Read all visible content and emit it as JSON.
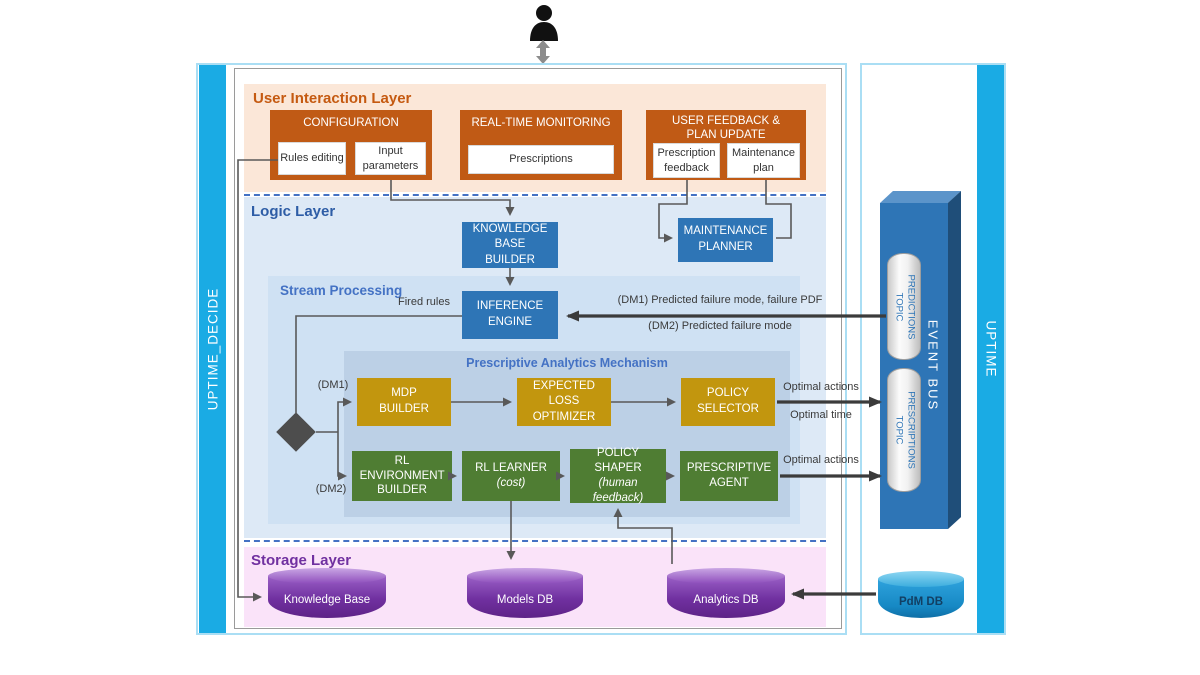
{
  "icons": {
    "person": "person-icon",
    "person_flow": "double-arrow-icon"
  },
  "colors": {
    "accent_cyan": "#1aabe4",
    "orange": "#c05a15",
    "blue": "#2e75b6",
    "gold": "#c2960e",
    "green": "#4f7d33",
    "purple": "#7030a0",
    "ui_band_bg": "#fbe7d8",
    "logic_band_bg": "#dde9f6",
    "storage_band_bg": "#fae3f9",
    "stream_bg": "#cfe1f3",
    "pam_bg": "#bcd0e6",
    "dash_blue": "#4472c4"
  },
  "left_panel": {
    "side_label": "UPTIME_DECIDE",
    "user_interaction_layer": {
      "title": "User Interaction Layer",
      "configuration": {
        "title": "CONFIGURATION",
        "rules_editing": "Rules editing",
        "input_parameters": "Input parameters"
      },
      "monitoring": {
        "title": "REAL-TIME MONITORING",
        "prescriptions": "Prescriptions"
      },
      "feedback": {
        "title": "USER FEEDBACK & PLAN UPDATE",
        "prescription_feedback": "Prescription feedback",
        "maintenance_plan": "Maintenance plan"
      }
    },
    "logic_layer": {
      "title": "Logic Layer",
      "knowledge_base_builder": "KNOWLEDGE BASE BUILDER",
      "maintenance_planner": "MAINTENANCE PLANNER",
      "stream_processing": {
        "title": "Stream Processing",
        "inference_engine": "INFERENCE ENGINE",
        "prescriptive_analytics": {
          "title": "Prescriptive Analytics Mechanism",
          "mdp_builder": "MDP BUILDER",
          "expected_loss_optimizer": "EXPECTED LOSS OPTIMIZER",
          "policy_selector": "POLICY SELECTOR",
          "rl_environment_builder": "RL ENVIRONMENT BUILDER",
          "rl_learner": "RL LEARNER",
          "rl_learner_note": "(cost)",
          "policy_shaper": "POLICY SHAPER",
          "policy_shaper_note": "(human feedback)",
          "prescriptive_agent": "PRESCRIPTIVE AGENT"
        }
      }
    },
    "storage_layer": {
      "title": "Storage Layer",
      "knowledge_base": "Knowledge Base",
      "models_db": "Models DB",
      "analytics_db": "Analytics DB"
    }
  },
  "right_panel": {
    "side_label": "UPTIME",
    "event_bus": {
      "title": "EVENT BUS",
      "predictions_topic": "PREDICTIONS TOPIC",
      "prescriptions_topic": "PRESCRIPTIONS TOPIC"
    },
    "pdm_db": "PdM DB"
  },
  "annotations": {
    "fired_rules": "Fired rules",
    "dm1_full": "(DM1) Predicted failure mode, failure PDF",
    "dm2_full": "(DM2) Predicted failure mode",
    "dm1": "(DM1)",
    "dm2": "(DM2)",
    "optimal_actions_top": "Optimal actions",
    "optimal_time": "Optimal time",
    "optimal_actions_bottom": "Optimal actions"
  }
}
